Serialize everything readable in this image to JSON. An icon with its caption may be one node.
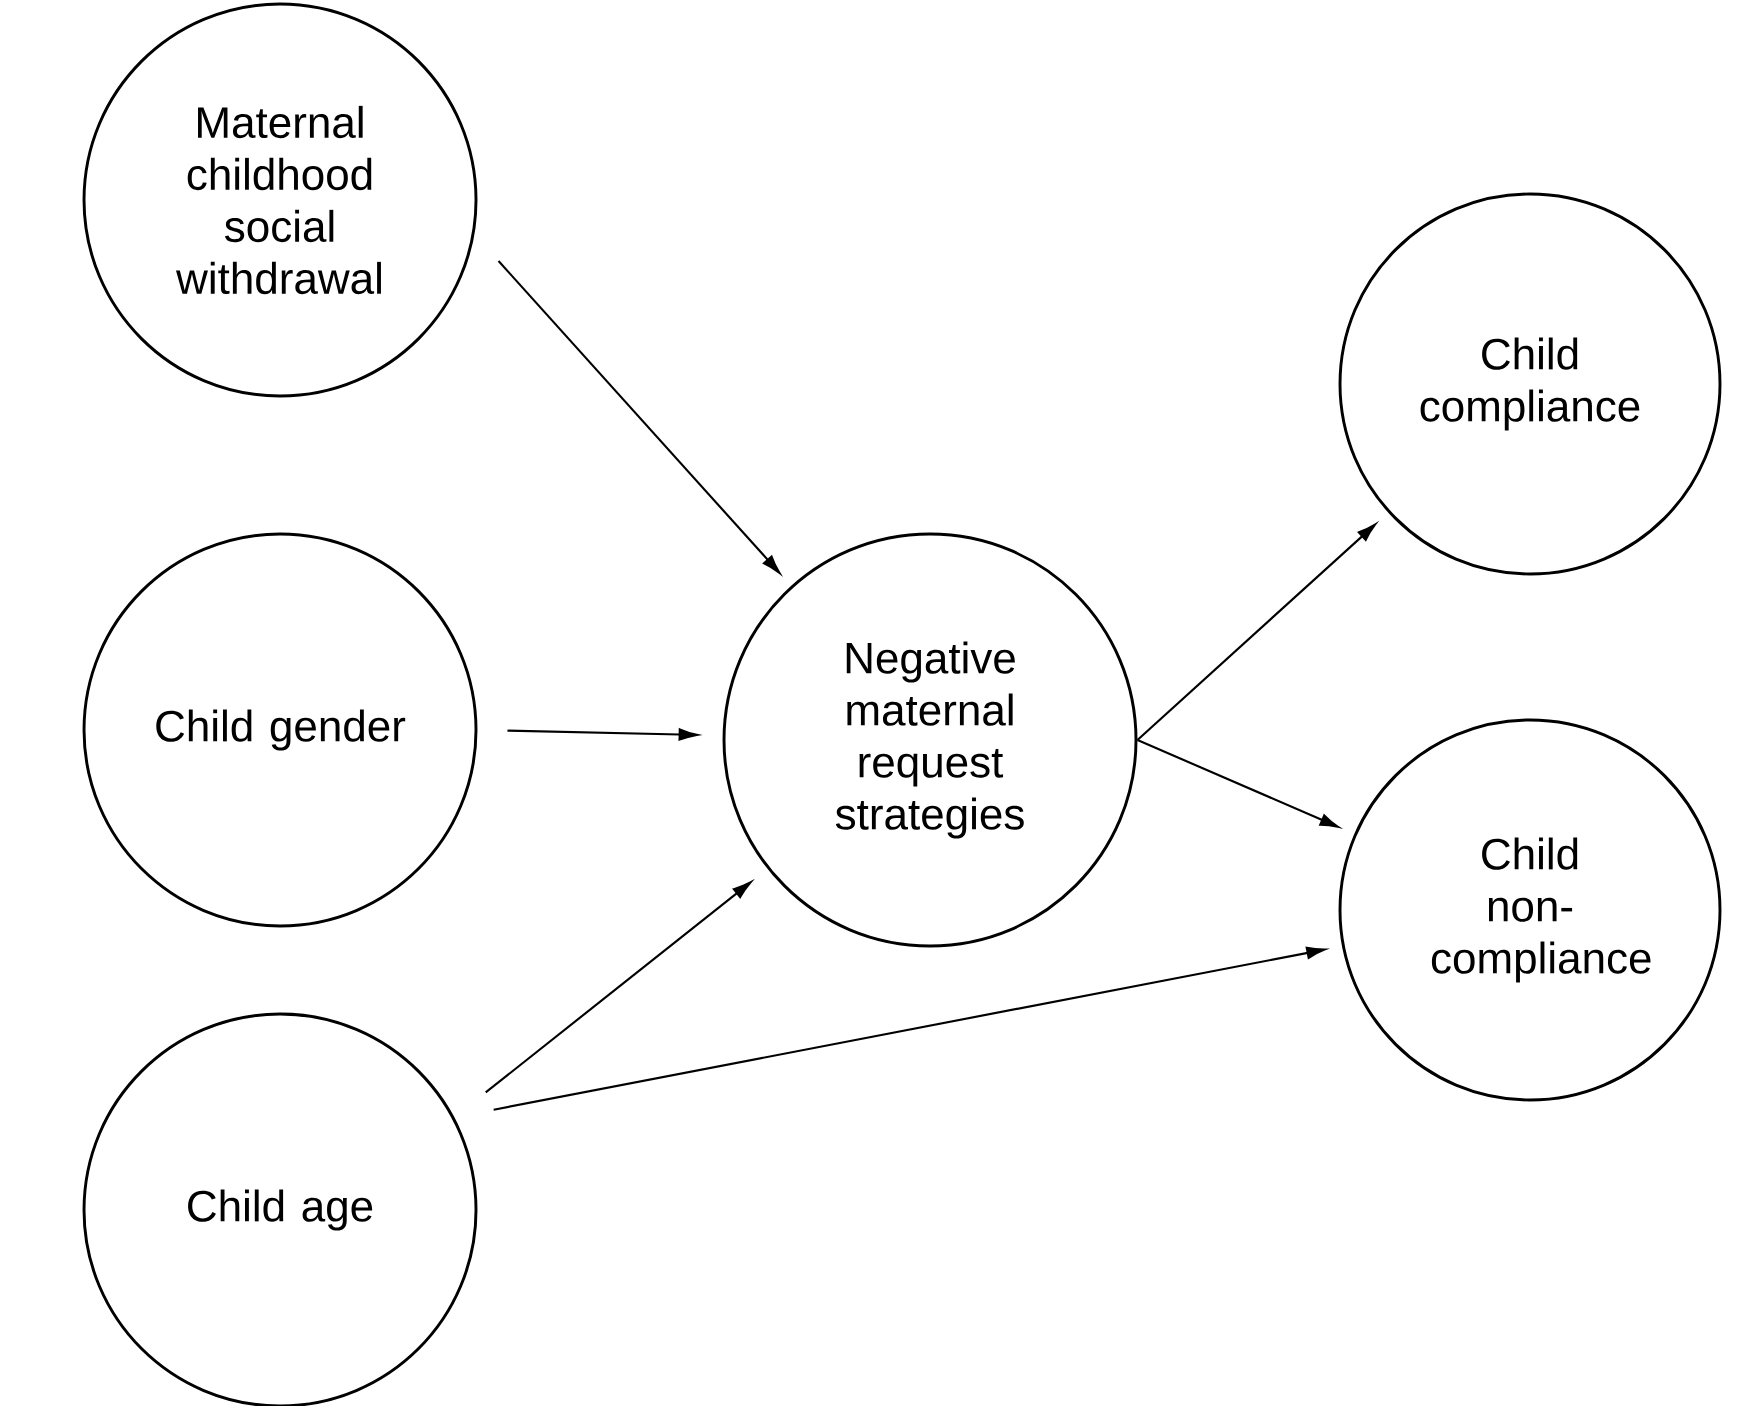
{
  "diagram": {
    "nodes": [
      {
        "text": [
          "Maternal childhood social withdrawal"
        ]
      },
      {
        "text": [
          "Child gender"
        ]
      },
      {
        "text": [
          "Child age"
        ]
      },
      {
        "text": [
          "Negative maternal request strategies"
        ]
      },
      {
        "text": [
          "Child compliance"
        ]
      },
      {
        "text": [
          "Child non-compliance"
        ]
      }
    ],
    "edges": [
      {
        "from": 0,
        "to": 3,
        "arrow": "to"
      },
      {
        "from": 1,
        "to": 3,
        "arrow": "to"
      },
      {
        "from": 2,
        "to": 3,
        "arrow": "to"
      },
      {
        "from": 3,
        "to": 4,
        "arrow": "to"
      },
      {
        "from": 3,
        "to": 5,
        "arrow": "to"
      },
      {
        "from": 2,
        "to": 5,
        "arrow": "to"
      }
    ]
  }
}
